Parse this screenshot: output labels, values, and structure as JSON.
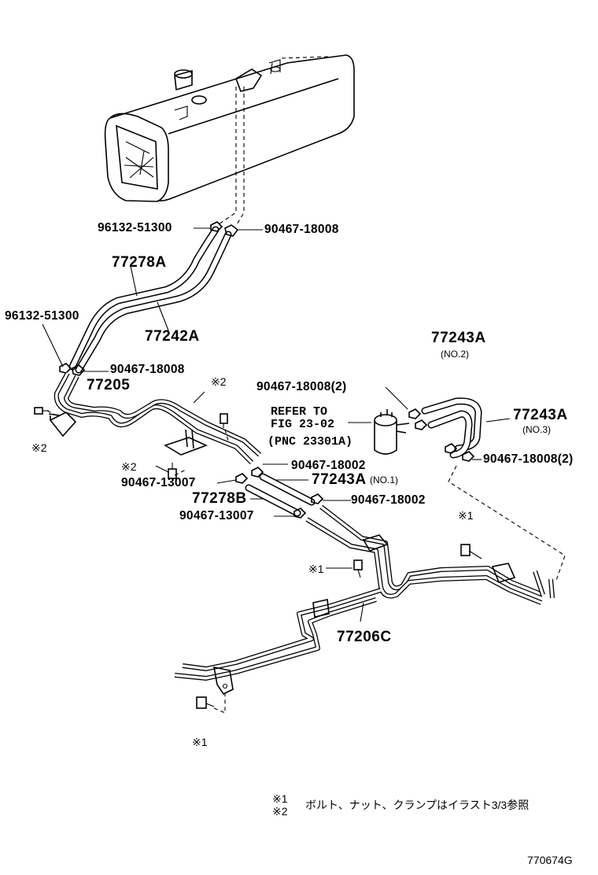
{
  "labels": {
    "p96132_top": "96132-51300",
    "p90467_18008_top": "90467-18008",
    "p77278A": "77278A",
    "p96132_left": "96132-51300",
    "p77242A": "77242A",
    "p90467_18008_left": "90467-18008",
    "p77205": "77205",
    "p77243A_no2": "77243A",
    "no2": "(NO.2)",
    "p90467_18008_2a": "90467-18008(2)",
    "refer_1": "REFER TO",
    "refer_2": "FIG 23-02",
    "refer_3": "(PNC 23301A)",
    "p77243A_no3": "77243A",
    "no3": "(NO.3)",
    "p90467_18008_2b": "90467-18008(2)",
    "p90467_18002_a": "90467-18002",
    "p90467_13007_a": "90467-13007",
    "p77243A_no1": "77243A",
    "no1": "(NO.1)",
    "p77278B": "77278B",
    "p90467_18002_b": "90467-18002",
    "p90467_13007_b": "90467-13007",
    "p77206C": "77206C",
    "mark2_left": "※2",
    "mark2_top": "※2",
    "mark2_mid": "※2",
    "mark1_right": "※1",
    "mark1_mid": "※1",
    "mark1_bottom": "※1",
    "legend_mark1": "※1",
    "legend_mark2": "※2",
    "legend_text": "ボルト、ナット、クランプはイラスト3/3参照",
    "figure_id": "770674G"
  }
}
